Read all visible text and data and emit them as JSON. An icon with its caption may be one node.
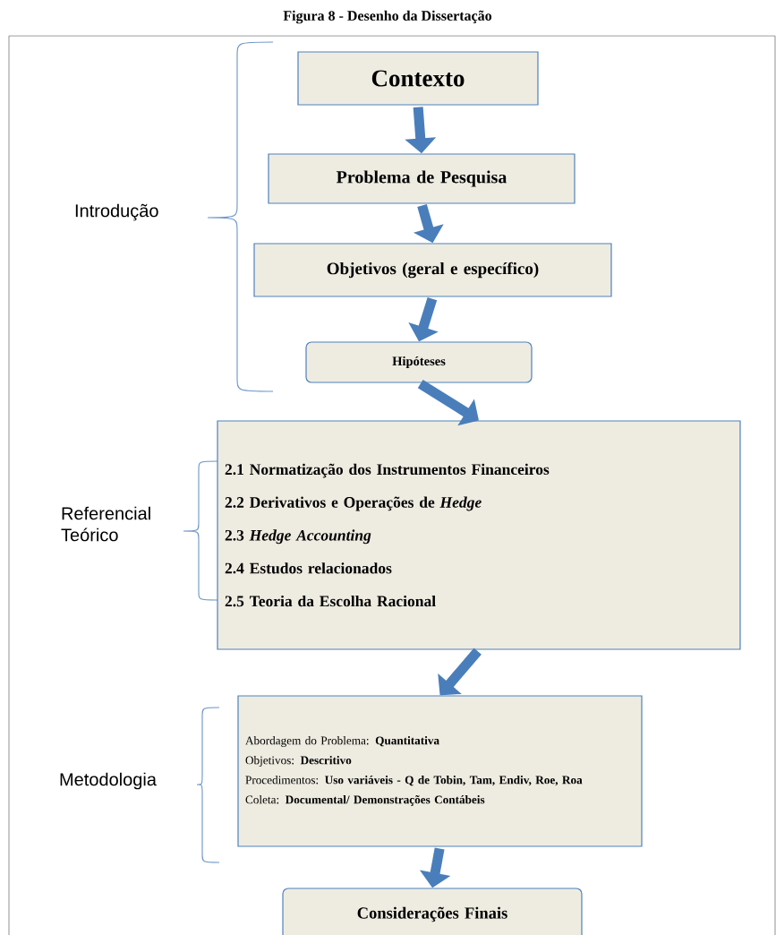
{
  "diagram": {
    "title": "Figura 8 - Desenho da Dissertação",
    "nodes": [
      {
        "text": [
          "Contexto"
        ]
      },
      {
        "text": [
          "Problema de Pesquisa"
        ]
      },
      {
        "text": [
          "Objetivos (geral e específico)"
        ]
      },
      {
        "text": [
          "Hipóteses"
        ]
      },
      {
        "text": [
          "2.1 Normatização dos Instrumentos Financeiros",
          "2.2 Derivativos e Operações de *Hedge*",
          "2.3 *Hedge Accounting*",
          "2.4 Estudos relacionados",
          "2.5 Teoria da Escolha Racional"
        ]
      },
      {
        "text": [
          "Abordagem do Problema: **Quantitativa**",
          "Objetivos: **Descritivo**",
          "Procedimentos: **Uso variáveis - Q de Tobin, Tam, Endiv, Roe, Roa**",
          "Coleta: **Documental/ Demonstrações Contábeis**"
        ]
      },
      {
        "text": [
          "Considerações Finais"
        ]
      }
    ],
    "edges": [
      {
        "from": 0,
        "to": 1,
        "arrow": "to"
      },
      {
        "from": 1,
        "to": 2,
        "arrow": "to"
      },
      {
        "from": 2,
        "to": 3,
        "arrow": "to"
      },
      {
        "from": 3,
        "to": 4,
        "arrow": "to"
      },
      {
        "from": 4,
        "to": 5,
        "arrow": "to"
      },
      {
        "from": 5,
        "to": 6,
        "arrow": "to"
      }
    ],
    "labels": [
      "Introdução",
      "Referencial Teórico",
      "Metodologia"
    ]
  }
}
